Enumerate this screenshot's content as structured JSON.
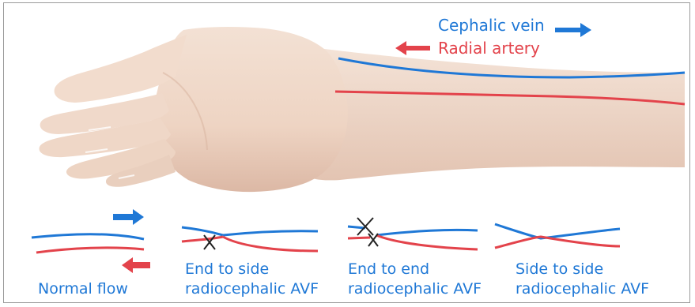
{
  "legend": {
    "vein_label": "Cephalic vein",
    "artery_label": "Radial artery"
  },
  "panels": [
    {
      "line1": "Normal flow",
      "line2": ""
    },
    {
      "line1": "End to side",
      "line2": "radiocephalic AVF"
    },
    {
      "line1": "End to end",
      "line2": "radiocephalic AVF"
    },
    {
      "line1": "Side to side",
      "line2": "radiocephalic AVF"
    }
  ],
  "colors": {
    "vein": "#1f78d6",
    "artery": "#e3434b",
    "skin": "#f1dccd",
    "skin_shadow": "#dfbfae",
    "frame": "#9a9a9a",
    "ligature": "#222222"
  }
}
